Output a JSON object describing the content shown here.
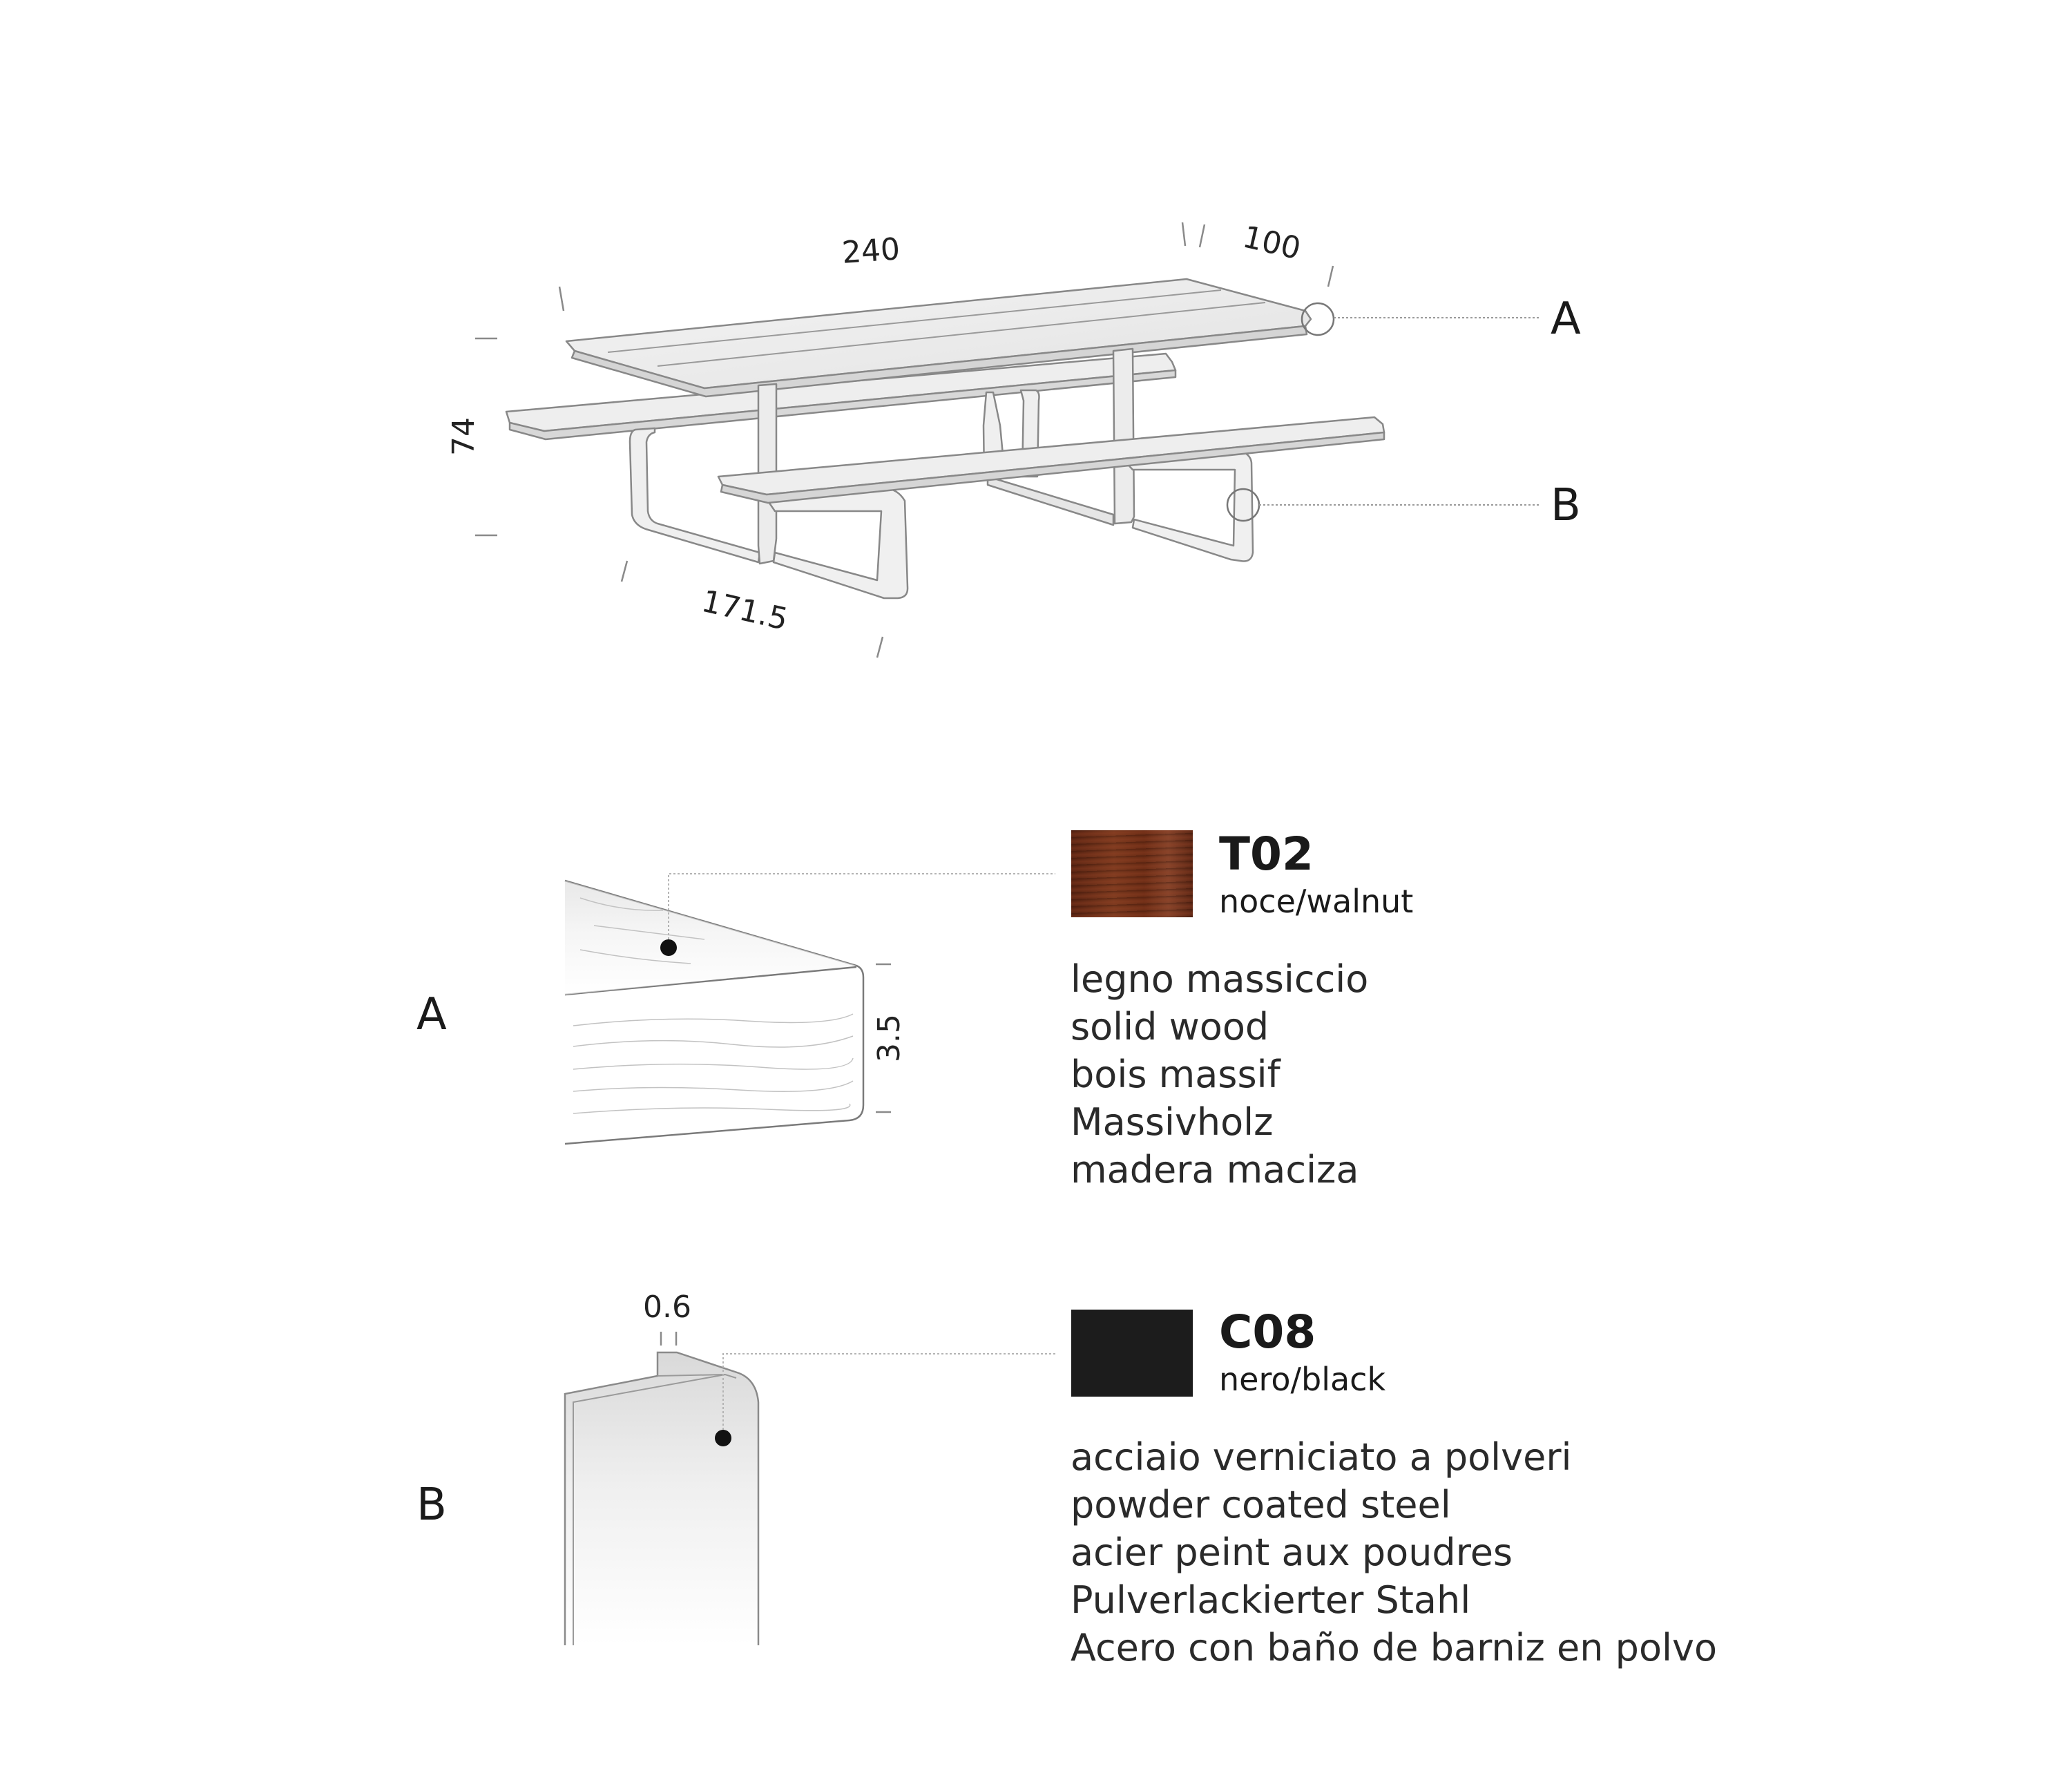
{
  "table_view": {
    "dimensions": {
      "length": "240",
      "width": "100",
      "height": "74",
      "bench_length": "171.5"
    },
    "callouts": {
      "a": "A",
      "b": "B"
    }
  },
  "detail_a": {
    "label": "A",
    "thickness": "3.5",
    "finish": {
      "code": "T02",
      "name": "noce/walnut",
      "swatch_color": "#6e3019",
      "descriptions": [
        "legno massiccio",
        "solid wood",
        "bois massif",
        "Massivholz",
        "madera maciza"
      ]
    }
  },
  "detail_b": {
    "label": "B",
    "thickness": "0.6",
    "finish": {
      "code": "C08",
      "name": "nero/black",
      "swatch_color": "#1c1c1c",
      "descriptions": [
        "acciaio verniciato a polveri",
        "powder coated steel",
        "acier peint aux poudres",
        "Pulverlackierter Stahl",
        "Acero con baño de barniz en polvo"
      ]
    }
  }
}
